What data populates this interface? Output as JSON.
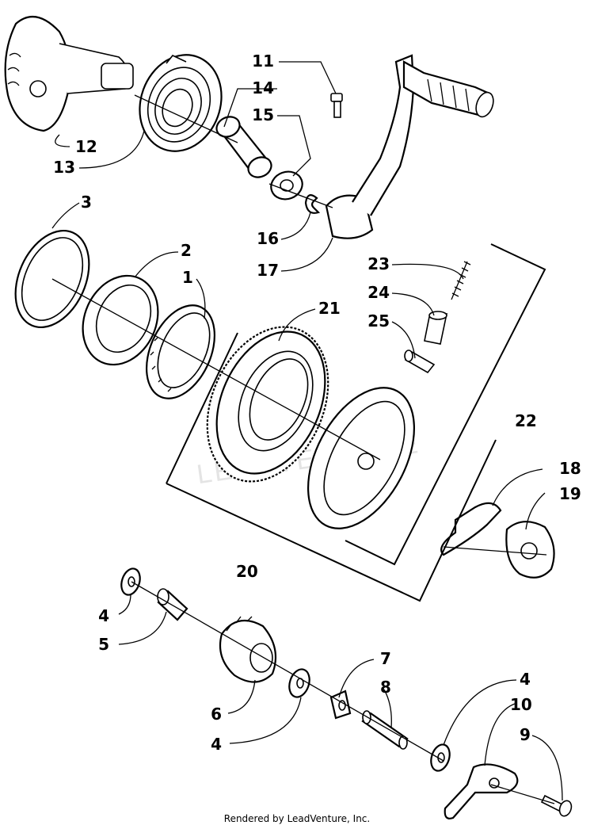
{
  "watermark": "LEADVENTURE",
  "footer": "Rendered by LeadVenture, Inc.",
  "callouts": {
    "c1": "1",
    "c2": "2",
    "c3": "3",
    "c4a": "4",
    "c4b": "4",
    "c4c": "4",
    "c5": "5",
    "c6": "6",
    "c7": "7",
    "c8": "8",
    "c9": "9",
    "c10": "10",
    "c11": "11",
    "c12": "12",
    "c13": "13",
    "c14": "14",
    "c15": "15",
    "c16": "16",
    "c17": "17",
    "c18": "18",
    "c19": "19",
    "c20": "20",
    "c21": "21",
    "c22": "22",
    "c23": "23",
    "c24": "24",
    "c25": "25"
  }
}
